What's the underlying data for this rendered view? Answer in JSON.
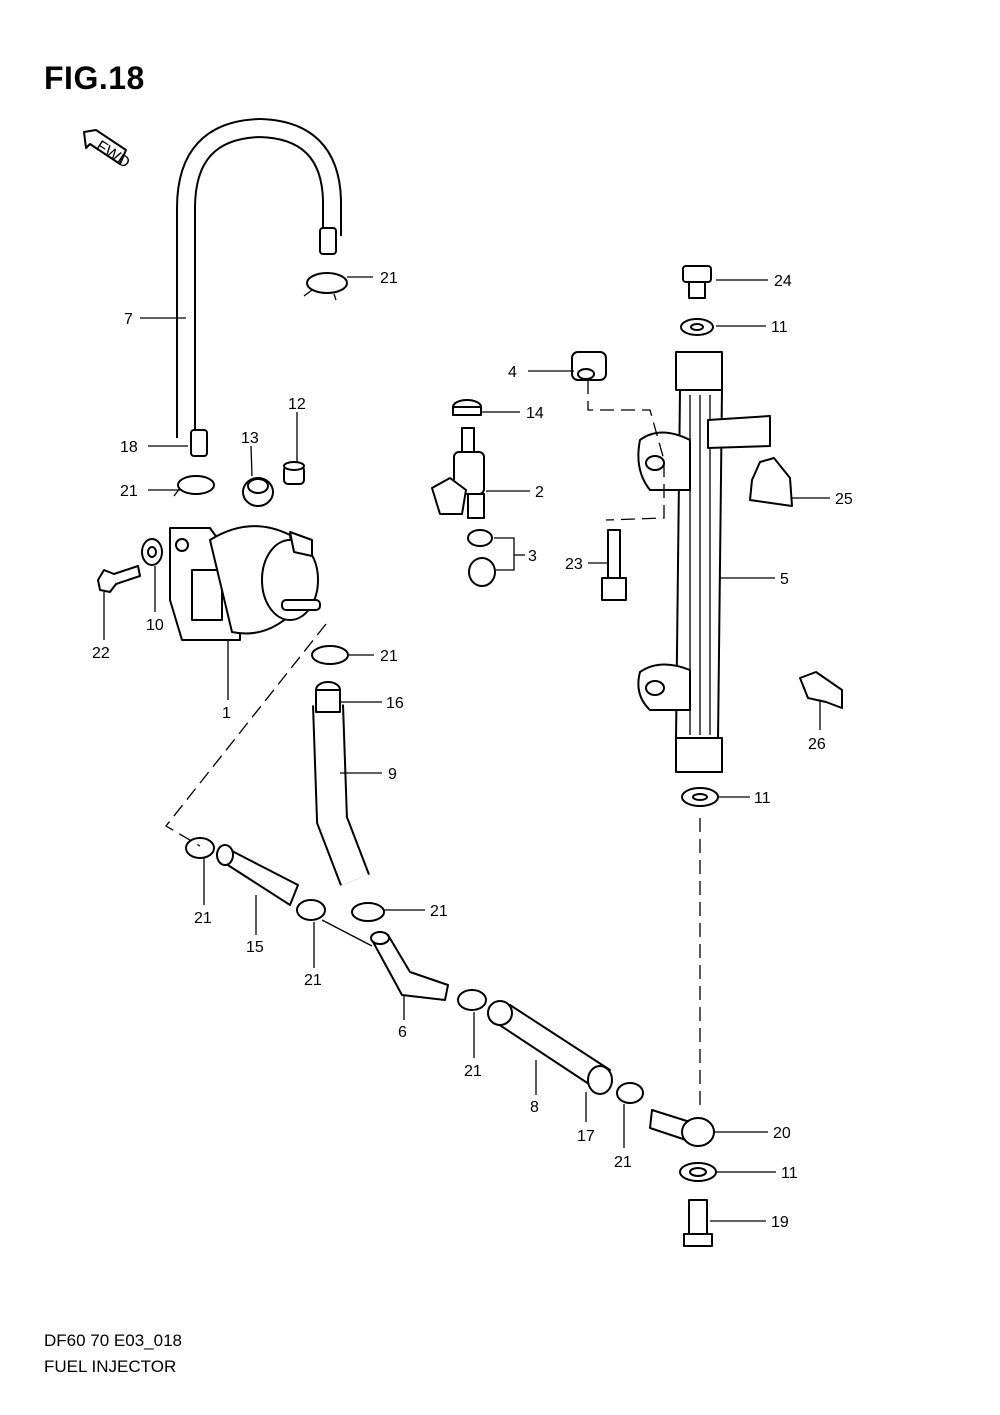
{
  "figure": {
    "title": "FIG.18",
    "direction_marker": "FWD"
  },
  "footer": {
    "code": "DF60 70 E03_018",
    "name": "FUEL INJECTOR"
  },
  "callouts": [
    "21",
    "24",
    "11",
    "7",
    "4",
    "14",
    "12",
    "13",
    "18",
    "2",
    "21",
    "25",
    "3",
    "23",
    "5",
    "22",
    "10",
    "21",
    "16",
    "1",
    "9",
    "11",
    "26",
    "21",
    "15",
    "21",
    "21",
    "6",
    "21",
    "8",
    "17",
    "20",
    "21",
    "11",
    "19"
  ]
}
